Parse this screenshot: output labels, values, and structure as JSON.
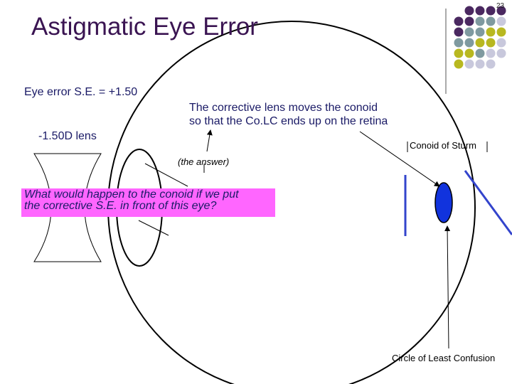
{
  "slide": {
    "number": "23",
    "title": "Astigmatic Eye Error"
  },
  "labels": {
    "eye_error": "Eye error S.E. = +1.50",
    "lens": "-1.50D lens",
    "explanation_line1": "The corrective lens moves the conoid",
    "explanation_line2": "so that the Co.LC ends up on the retina",
    "conoid_of_sturm": "Conoid of Sturm",
    "answer": "(the answer)",
    "question_line1": "What would happen to the conoid if we put",
    "question_line2": "the corrective S.E. in front of this eye?",
    "circle_of_least_confusion": "Circle of Least Confusion"
  },
  "colors": {
    "title": "#3a1452",
    "text": "#1a1a66",
    "question_bg": "#ff66ff",
    "focal_line": "#3344cc",
    "colc_ellipse": "#1133dd",
    "dot_purple": "#4a2860",
    "dot_teal": "#7f9aa0",
    "dot_olive": "#b8b820",
    "dot_lilac": "#c8c8dc"
  },
  "decoration_dots": [
    [
      "dot_purple",
      "dot_purple",
      "dot_purple",
      "dot_purple"
    ],
    [
      "dot_purple",
      "dot_purple",
      "dot_teal",
      "dot_teal",
      "dot_lilac"
    ],
    [
      "dot_purple",
      "dot_teal",
      "dot_teal",
      "dot_olive",
      "dot_olive"
    ],
    [
      "dot_teal",
      "dot_teal",
      "dot_olive",
      "dot_olive",
      "dot_lilac"
    ],
    [
      "dot_olive",
      "dot_olive",
      "dot_teal",
      "dot_lilac",
      "dot_lilac"
    ],
    [
      "dot_olive",
      "dot_lilac",
      "dot_lilac",
      "dot_lilac"
    ]
  ]
}
